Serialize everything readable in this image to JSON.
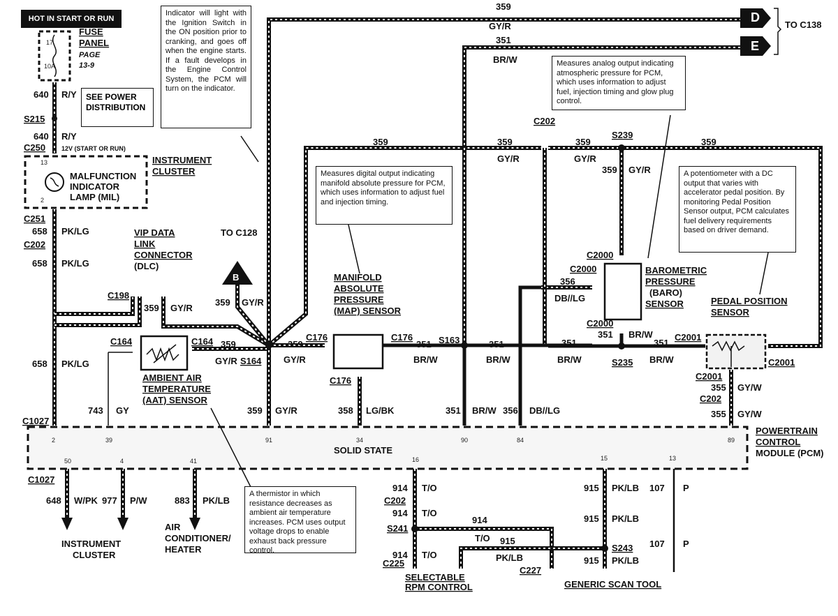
{
  "header": {
    "hot_label": "HOT IN START OR RUN"
  },
  "fuse": {
    "label": "FUSE",
    "label2": "PANEL",
    "page": "PAGE",
    "page_num": "13-9",
    "num": "17",
    "rating": "10A"
  },
  "power": {
    "line1": "SEE POWER",
    "line2": "DISTRIBUTION"
  },
  "notes": {
    "mil": "Indicator will light with the Ignition Switch in the ON position prior to cranking, and goes off when the engine starts. If a fault develops in the Engine Control System, the PCM will turn on the indicator.",
    "baro": "Measures analog output indicating atmospheric pressure for PCM, which uses information to adjust fuel, injection timing and glow plug control.",
    "map": "Measures digital output indicating manifold absolute pressure for PCM, which uses information to adjust fuel and injection timing.",
    "pedal": "A potentiometer with a DC output that varies with accelerator pedal position. By monitoring Pedal Position Sensor output, PCM calculates fuel delivery requirements based on driver demand.",
    "aat": "A thermistor in which resistance decreases as ambient air temperature increases. PCM uses output voltage drops to enable exhaust back pressure control."
  },
  "components": {
    "instrument_cluster_1": "INSTRUMENT",
    "instrument_cluster_2": "CLUSTER",
    "mil_1": "MALFUNCTION",
    "mil_2": "INDICATOR",
    "mil_3": "LAMP (MIL)",
    "dlc_1": "VIP DATA",
    "dlc_2": "LINK",
    "dlc_3": "CONNECTOR",
    "dlc_4": "(DLC)",
    "to_c128": "TO C128",
    "to_c138": "TO C138",
    "map_1": "MANIFOLD",
    "map_2": "ABSOLUTE",
    "map_3": "PRESSURE",
    "map_4": "(MAP) SENSOR",
    "baro_1": "BAROMETRIC",
    "baro_2": "PRESSURE",
    "baro_3": "(BARO)",
    "baro_4": "SENSOR",
    "pedal_1": "PEDAL POSITION",
    "pedal_2": "SENSOR",
    "aat_1": "AMBIENT AIR",
    "aat_2": "TEMPERATURE",
    "aat_3": "(AAT) SENSOR",
    "pcm_1": "POWERTRAIN",
    "pcm_2": "CONTROL",
    "pcm_3": "MODULE (PCM)",
    "solid_state": "SOLID STATE",
    "inst_cluster_bottom_1": "INSTRUMENT",
    "inst_cluster_bottom_2": "CLUSTER",
    "ac_1": "AIR",
    "ac_2": "CONDITIONER/",
    "ac_3": "HEATER",
    "rpm_1": "SELECTABLE",
    "rpm_2": "RPM CONTROL",
    "scan": "GENERIC SCAN TOOL",
    "ign_note": "12V (START OR RUN)"
  },
  "connectors": {
    "D": "D",
    "E": "E",
    "B": "B",
    "S215": "S215",
    "C250": "C250",
    "C251": "C251",
    "C202": "C202",
    "C198": "C198",
    "C164": "C164",
    "S164": "S164",
    "C176": "C176",
    "S163": "S163",
    "S239": "S239",
    "C2000": "C2000",
    "S235": "S235",
    "C2001": "C2001",
    "C1027": "C1027",
    "S241": "S241",
    "C225": "C225",
    "C227": "C227",
    "S243": "S243"
  },
  "circuits": {
    "c640": "640",
    "ry": "R/Y",
    "c658": "658",
    "pklg": "PK/LG",
    "c359": "359",
    "gyr": "GY/R",
    "c351": "351",
    "brw": "BR/W",
    "c356": "356",
    "dblg": "DB//LG",
    "c358": "358",
    "lgbk": "LG/BK",
    "c743": "743",
    "gy": "GY",
    "c355": "355",
    "gyw": "GY/W",
    "c648": "648",
    "wpk": "W/PK",
    "c977": "977",
    "pw": "P/W",
    "c883": "883",
    "pklb": "PK/LB",
    "c914": "914",
    "to": "T/O",
    "c915": "915",
    "c107": "107",
    "p": "P"
  },
  "pins": {
    "p13": "13",
    "p2top": "2",
    "pcm_2": "2",
    "pcm_39": "39",
    "pcm_91": "91",
    "pcm_34": "34",
    "pcm_90": "90",
    "pcm_84": "84",
    "pcm_89": "89",
    "pcm_50": "50",
    "pcm_4": "4",
    "pcm_41": "41",
    "pcm_16": "16",
    "pcm_15": "15",
    "pcm_13": "13"
  }
}
